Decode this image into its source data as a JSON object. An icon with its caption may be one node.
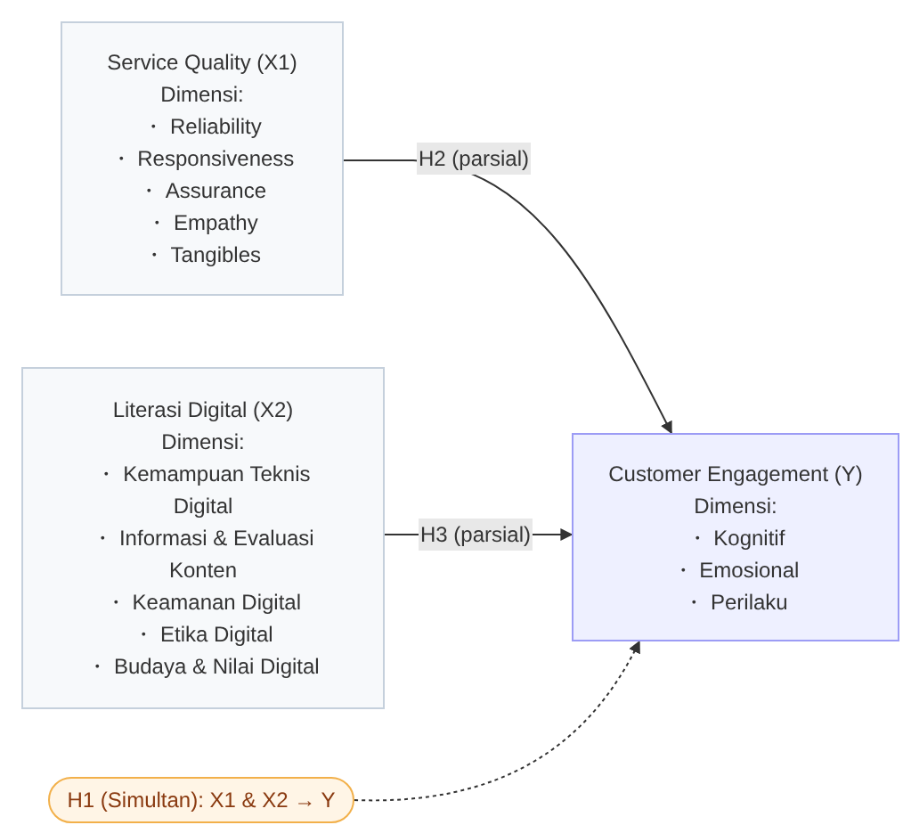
{
  "diagram": {
    "nodes": [
      {
        "text": [
          "Service Quality (X1)",
          "Dimensi:",
          "・ Reliability",
          "・ Responsiveness",
          "・ Assurance",
          "・ Empathy",
          "・ Tangibles"
        ]
      },
      {
        "text": [
          "Literasi Digital (X2)",
          "Dimensi:",
          "・ Kemampuan Teknis Digital",
          "・ Informasi & Evaluasi Konten",
          "・ Keamanan Digital",
          "・ Etika Digital",
          "・ Budaya & Nilai Digital"
        ]
      },
      {
        "text": [
          "Customer Engagement (Y)",
          "Dimensi:",
          "・ Kognitif",
          "・ Emosional",
          "・ Perilaku"
        ]
      },
      {
        "text": [
          "H1 (Simultan): X1 & X2 → Y"
        ]
      }
    ],
    "edges": [
      {
        "from": 0,
        "to": 2,
        "arrow": "to",
        "label": "H2 (parsial)"
      },
      {
        "from": 1,
        "to": 2,
        "arrow": "to",
        "label": "H3 (parsial)"
      },
      {
        "from": 3,
        "to": 2,
        "arrow": "to",
        "style": "dashed"
      }
    ]
  }
}
